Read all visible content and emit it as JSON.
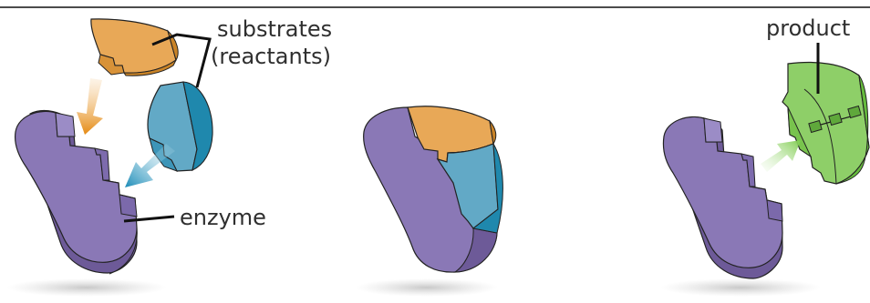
{
  "labels": {
    "substrates_line1": "substrates",
    "substrates_line2": "(reactants)",
    "enzyme": "enzyme",
    "product": "product"
  },
  "colors": {
    "enzyme_face": "#8a78b6",
    "enzyme_side": "#6d5a98",
    "enzyme_top": "#a395cb",
    "orange_face": "#e8a857",
    "orange_side": "#c98327",
    "blue_face": "#62a9c6",
    "blue_side": "#1f88ad",
    "product_face": "#8ecf68",
    "product_side": "#66bb3d",
    "leader": "#111111",
    "text": "#2f2f2f"
  }
}
